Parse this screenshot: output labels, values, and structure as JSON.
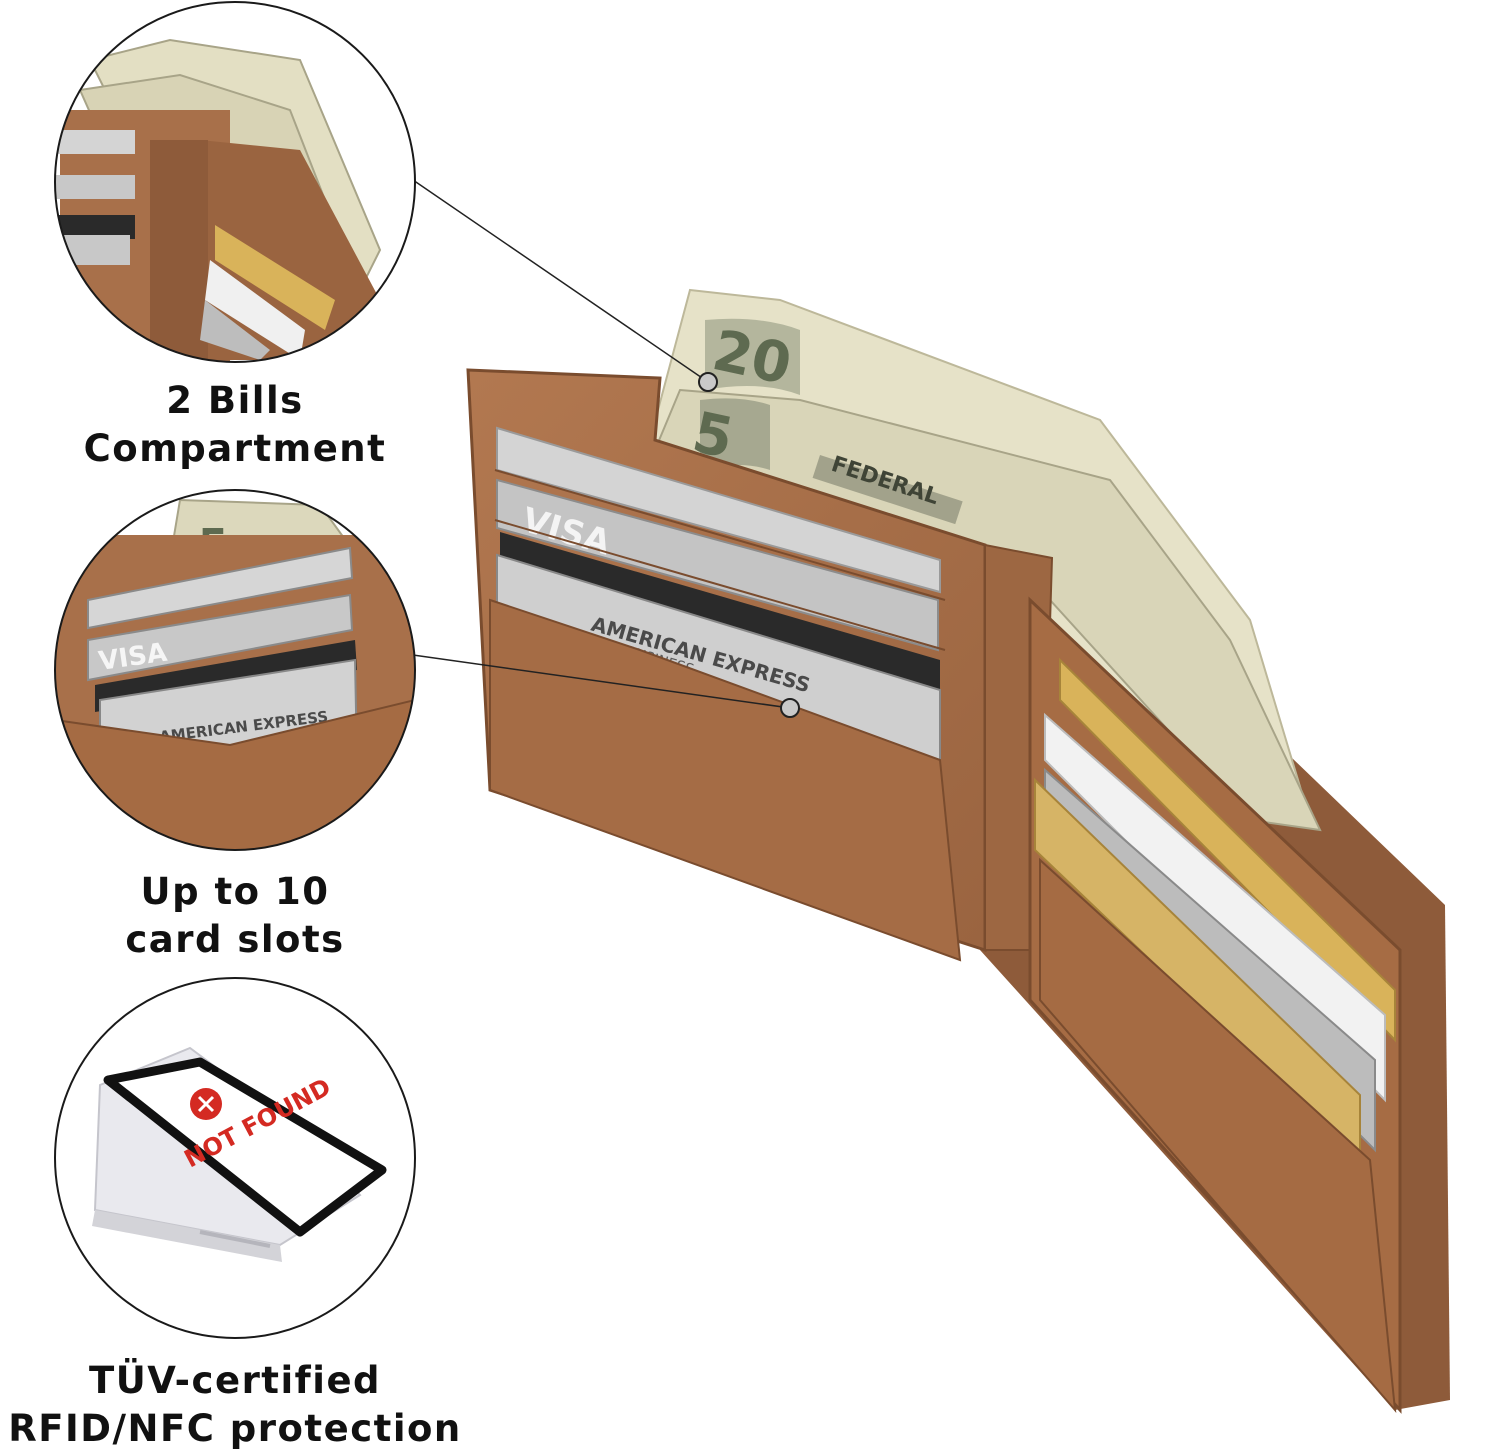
{
  "features": {
    "bills": {
      "line1": "2 Bills",
      "line2": "Compartment",
      "icon": "bills-compartment-zoom"
    },
    "cards": {
      "line1": "Up to 10",
      "line2": "card slots",
      "icon": "card-slots-zoom"
    },
    "rfid": {
      "line1": "TÜV-certified",
      "line2": "RFID/NFC protection",
      "icon": "card-reader-icon"
    }
  },
  "reader": {
    "screen_text": "NOT FOUND",
    "status_icon": "x-icon"
  },
  "card_brands": {
    "visa": "VISA",
    "amex_line1": "AMERICAN EXPRESS",
    "amex_line2": "BUSINESS"
  },
  "bill_marks": {
    "twenty": "20",
    "five": "5",
    "federal": "FEDERAL"
  },
  "colors": {
    "leather": "#a8704a",
    "leather_dark": "#8a5a38",
    "leather_light": "#c08a60",
    "bill": "#e6e2c8",
    "card_silver": "#c9c9c9",
    "card_gold": "#d9b35a",
    "reader_red": "#d42a22",
    "text": "#111111"
  }
}
